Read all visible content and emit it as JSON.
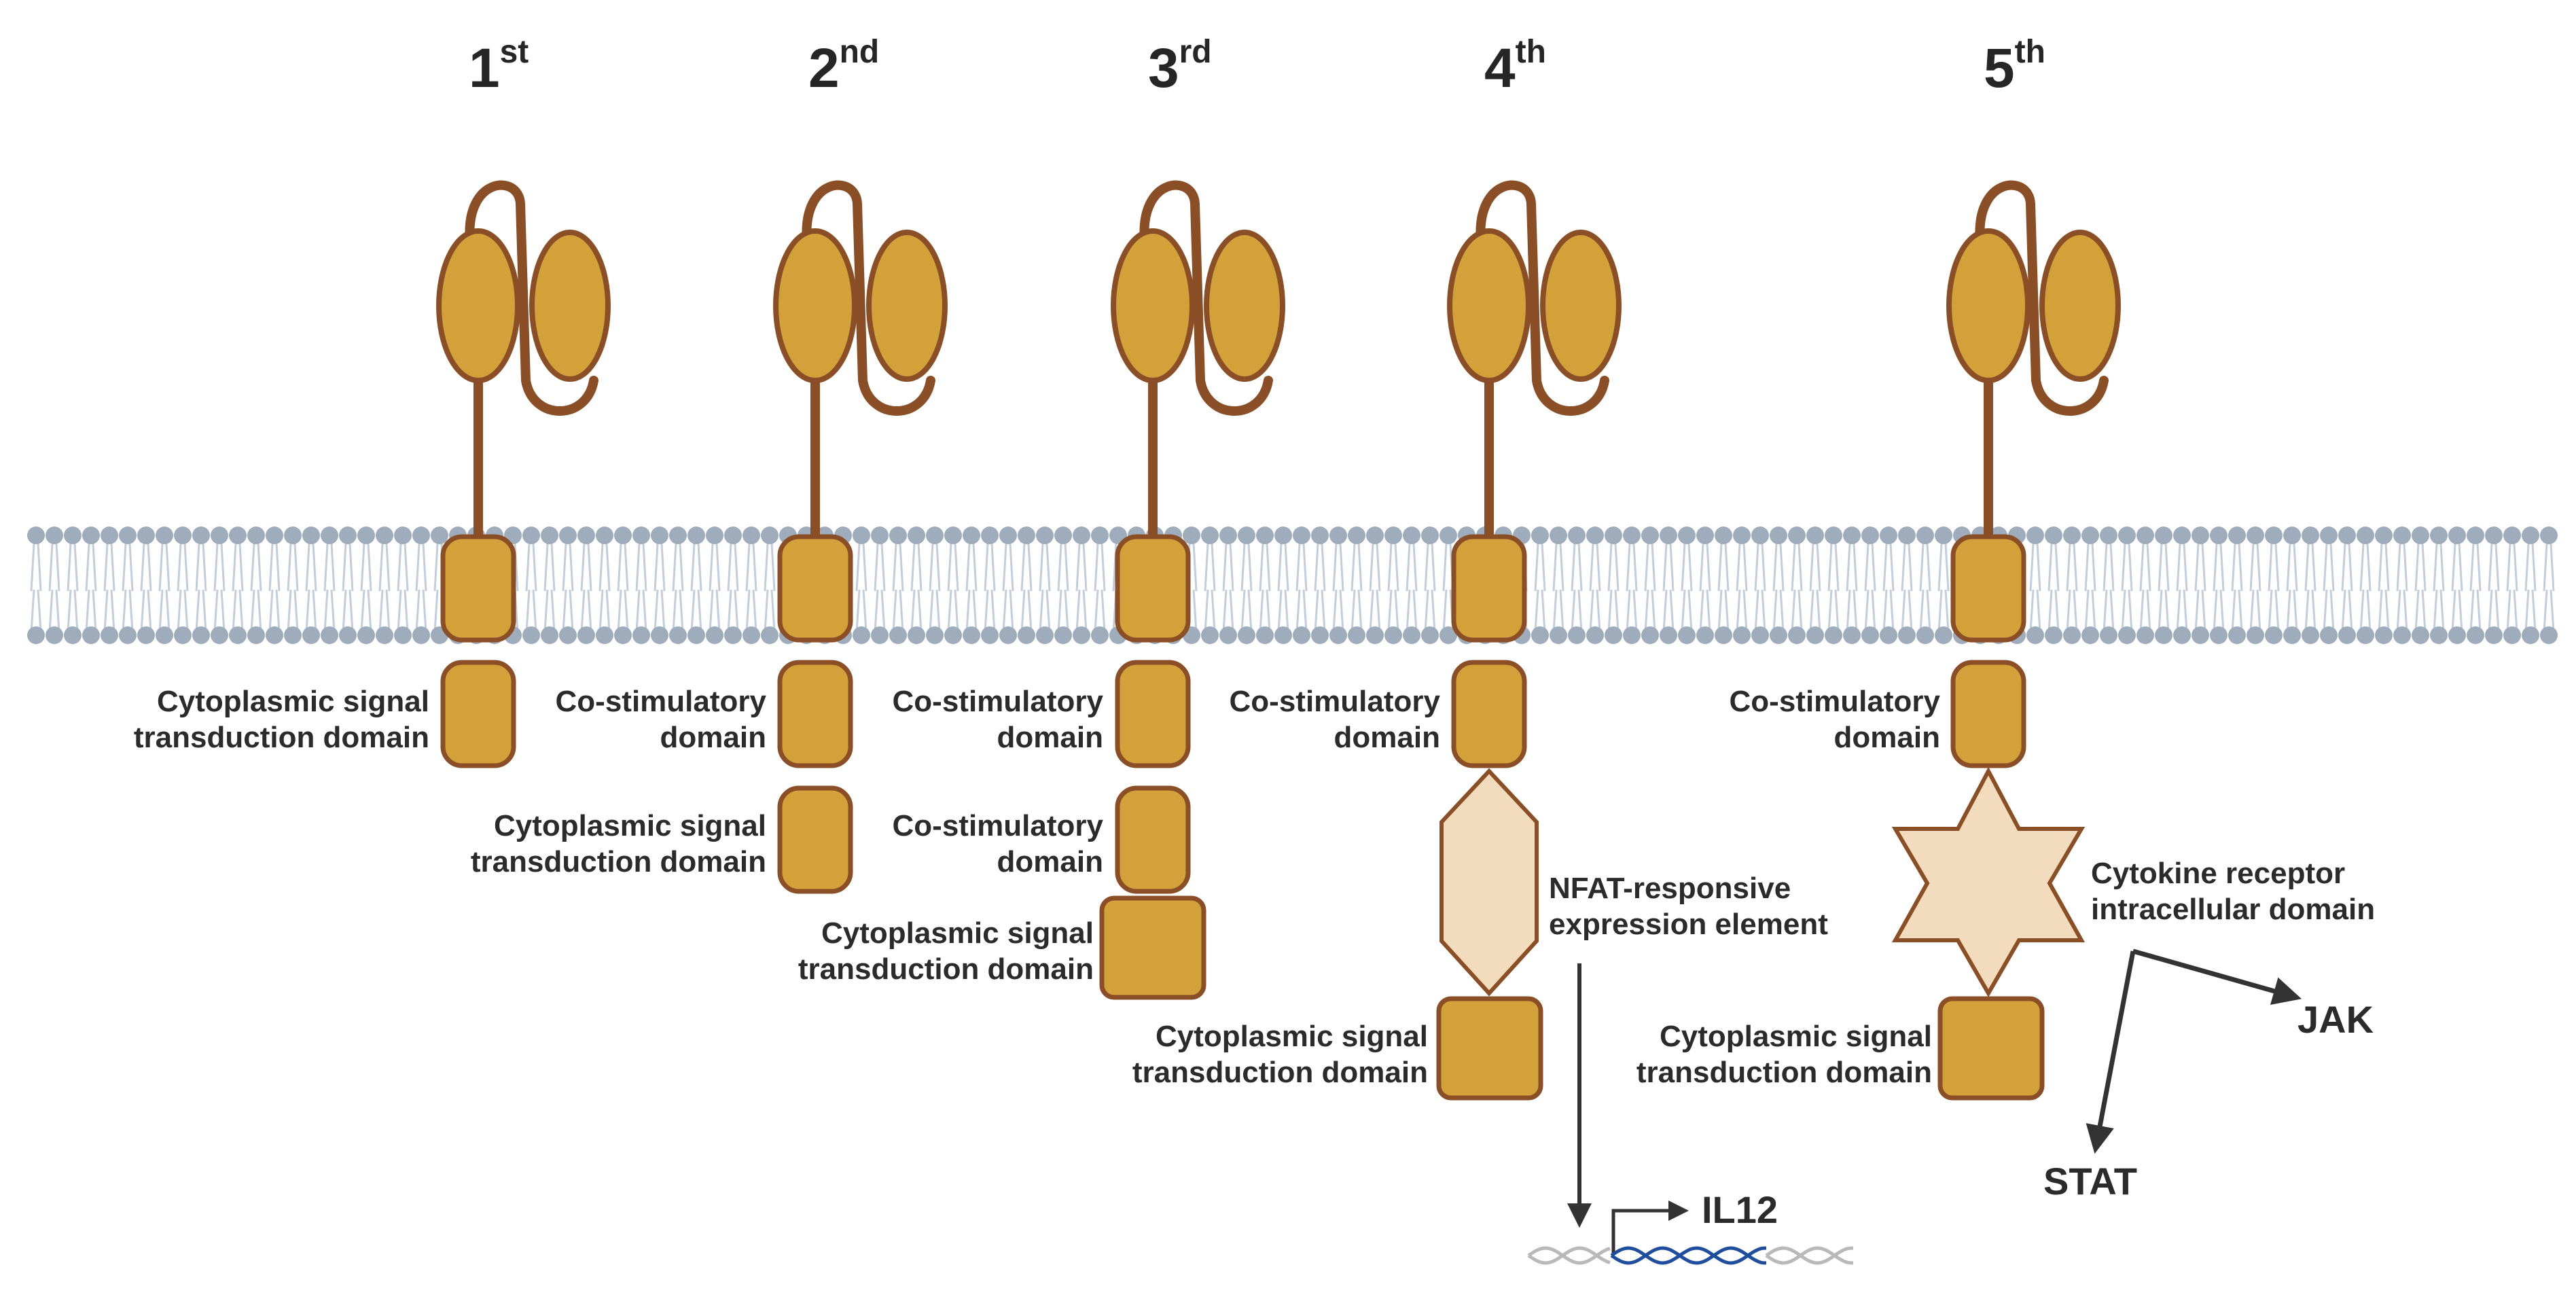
{
  "colors": {
    "domain_fill": "#d3a13a",
    "domain_stroke": "#8a4f26",
    "light_fill": "#f3dcbd",
    "membrane_head": "#9eacbc",
    "membrane_tail": "#c3cedb",
    "arrow": "#333333",
    "dna_highlight": "#1f4e9c",
    "dna_gray": "#b9b9b9"
  },
  "generations": [
    {
      "num": "1",
      "sup": "st"
    },
    {
      "num": "2",
      "sup": "nd"
    },
    {
      "num": "3",
      "sup": "rd"
    },
    {
      "num": "4",
      "sup": "th"
    },
    {
      "num": "5",
      "sup": "th"
    }
  ],
  "labels": {
    "cytoplasmic_l1": "Cytoplasmic signal",
    "cytoplasmic_l2": "transduction domain",
    "costim_l1": "Co-stimulatory",
    "costim_l2": "domain",
    "nfat_l1": "NFAT-responsive",
    "nfat_l2": "expression element",
    "cytokine_l1": "Cytokine receptor",
    "cytokine_l2": "intracellular domain",
    "il12": "IL12",
    "jak": "JAK",
    "stat": "STAT"
  },
  "icons": [
    "scfv-icon",
    "membrane-icon",
    "hexagon-icon",
    "star-icon",
    "dna-icon",
    "arrow-icon"
  ]
}
